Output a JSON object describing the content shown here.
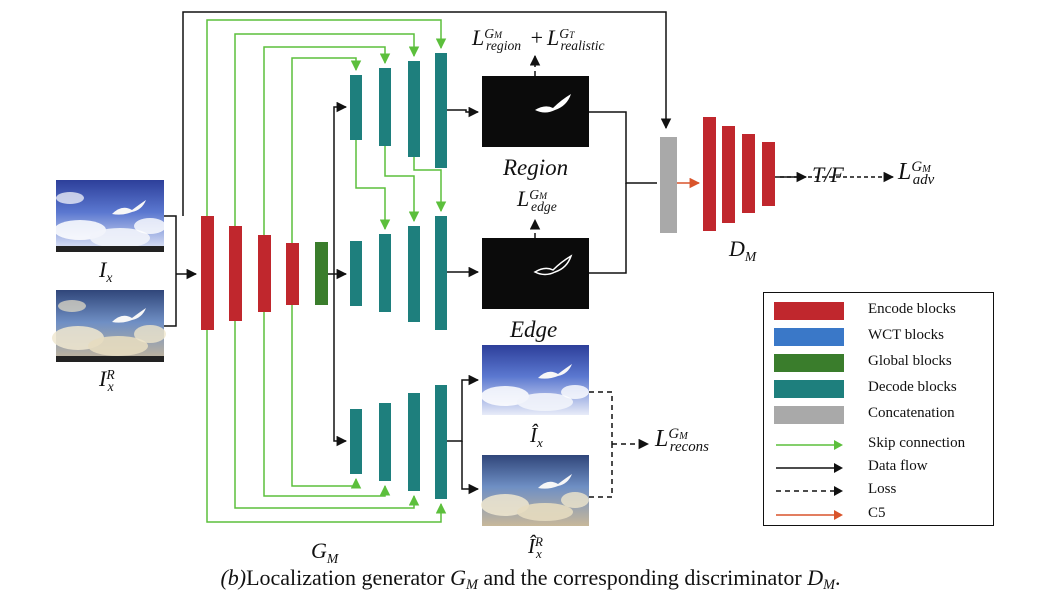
{
  "labels": {
    "input_image": "I",
    "input_image_sub": "x",
    "input_ref_image": "I",
    "input_ref_image_sub": "x",
    "input_ref_image_sup": "R",
    "loss_region_L": "L",
    "loss_region_sup": "G",
    "loss_region_sup_sub": "M",
    "loss_region_sub": "region",
    "loss_plus": "+",
    "loss_realistic_L": "L",
    "loss_realistic_sup": "G",
    "loss_realistic_sup_sub": "T",
    "loss_realistic_sub": "realistic",
    "region": "Region",
    "loss_edge_L": "L",
    "loss_edge_sup": "G",
    "loss_edge_sup_sub": "M",
    "loss_edge_sub": "edge",
    "edge": "Edge",
    "recon_image": "Î",
    "recon_image_sub": "x",
    "recon_ref_image": "Î",
    "recon_ref_image_sub": "x",
    "recon_ref_image_sup": "R",
    "loss_recons_L": "L",
    "loss_recons_sup": "G",
    "loss_recons_sup_sub": "M",
    "loss_recons_sub": "recons",
    "tf": "T/F",
    "loss_adv_L": "L",
    "loss_adv_sup": "G",
    "loss_adv_sup_sub": "M",
    "loss_adv_sub": "adv",
    "discriminator": "D",
    "discriminator_sub": "M",
    "generator": "G",
    "generator_sub": "M"
  },
  "legend": {
    "items": [
      {
        "label": "Encode blocks",
        "kind": "block",
        "color": "#c0272d"
      },
      {
        "label": "WCT blocks",
        "kind": "block",
        "color": "#3a78c8"
      },
      {
        "label": "Global blocks",
        "kind": "block",
        "color": "#3a7d2c"
      },
      {
        "label": "Decode blocks",
        "kind": "block",
        "color": "#1e7f7d"
      },
      {
        "label": "Concatenation",
        "kind": "block",
        "color": "#a9a9a9"
      },
      {
        "label": "Skip connection",
        "kind": "arrow",
        "color": "#5cbf3c",
        "style": "solid"
      },
      {
        "label": "Data flow",
        "kind": "arrow",
        "color": "#111111",
        "style": "solid"
      },
      {
        "label": "Loss",
        "kind": "arrow",
        "color": "#111111",
        "style": "dashed"
      },
      {
        "label": "C5",
        "kind": "arrow",
        "color": "#d9542b",
        "style": "solid"
      }
    ]
  },
  "caption": {
    "prefix": "(b)",
    "text1": "Localization generator ",
    "gen": "G",
    "gen_sub": "M",
    "text2": " and the corresponding discriminator ",
    "disc": "D",
    "disc_sub": "M",
    "text3": "."
  },
  "colors": {
    "encode": "#c0272d",
    "global": "#3a7d2c",
    "decode": "#1e7f7d",
    "concat": "#a9a9a9",
    "skip": "#5cbf3c",
    "flow": "#111111",
    "c5": "#d9542b"
  }
}
